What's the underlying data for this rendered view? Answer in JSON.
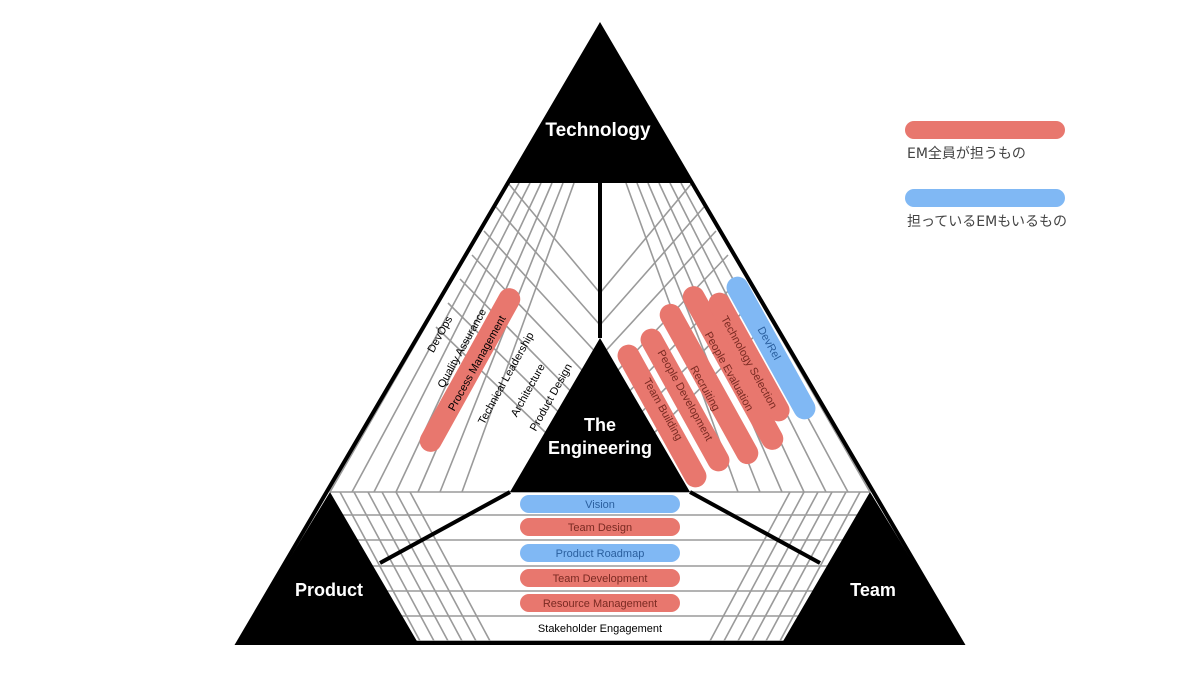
{
  "corners": {
    "technology": "Technology",
    "product": "Product",
    "team": "Team",
    "center_line1": "The",
    "center_line2": "Engineering"
  },
  "colors": {
    "all_em": "#e8776e",
    "some_em": "#80b8f4",
    "dark": "#000000",
    "grid": "#9a9a9a"
  },
  "legend": [
    {
      "label": "EM全員が担うもの",
      "kind": "all_em"
    },
    {
      "label": "担っているEMもいるもの",
      "kind": "some_em"
    }
  ],
  "left_band": {
    "items": [
      {
        "label": "DevOps",
        "kind": "none"
      },
      {
        "label": "Quality Assurance",
        "kind": "none"
      },
      {
        "label": "Process Management",
        "kind": "all_em"
      },
      {
        "label": "Technical Leadership",
        "kind": "none"
      },
      {
        "label": "Architecture",
        "kind": "none"
      },
      {
        "label": "Product Design",
        "kind": "none"
      }
    ]
  },
  "right_band": {
    "items": [
      {
        "label": "Team Building",
        "kind": "all_em"
      },
      {
        "label": "People Development",
        "kind": "all_em"
      },
      {
        "label": "Recruiting",
        "kind": "all_em"
      },
      {
        "label": "People Evaluation",
        "kind": "all_em"
      },
      {
        "label": "Technology Selection",
        "kind": "all_em"
      },
      {
        "label": "DevRel",
        "kind": "some_em"
      }
    ]
  },
  "bottom_band": {
    "items": [
      {
        "label": "Vision",
        "kind": "some_em"
      },
      {
        "label": "Team Design",
        "kind": "all_em"
      },
      {
        "label": "Product Roadmap",
        "kind": "some_em"
      },
      {
        "label": "Team Development",
        "kind": "all_em"
      },
      {
        "label": "Resource Management",
        "kind": "all_em"
      },
      {
        "label": "Stakeholder Engagement",
        "kind": "none"
      }
    ]
  }
}
